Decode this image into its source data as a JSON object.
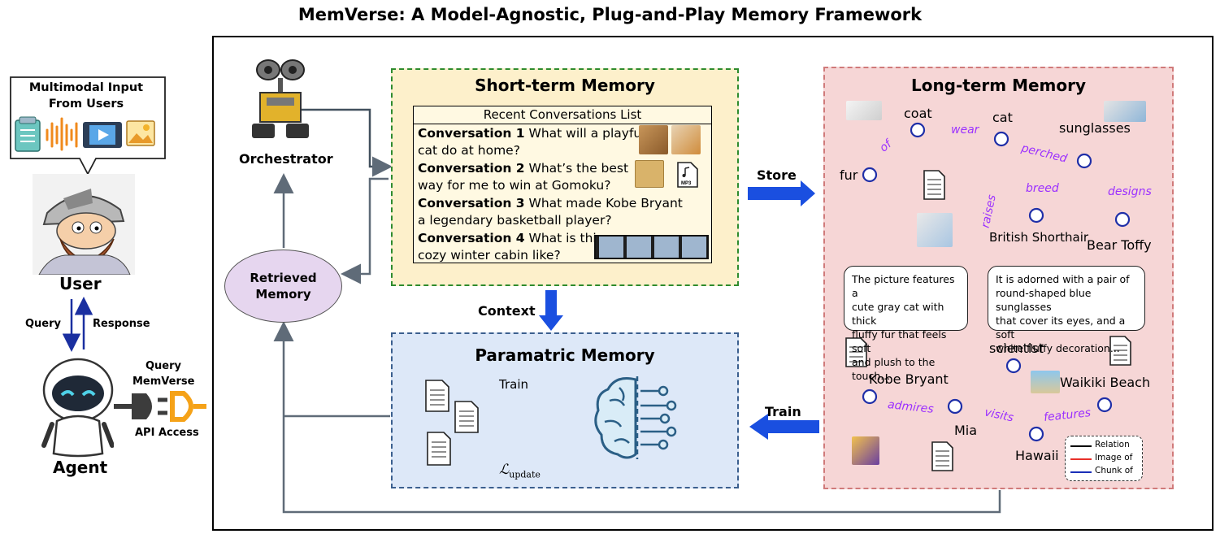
{
  "title": "MemVerse: A Model-Agnostic, Plug-and-Play Memory Framework",
  "user_panel": {
    "bubble_line1": "Multimodal Input",
    "bubble_line2": "From Users",
    "user_label": "User",
    "query_label": "Query",
    "response_label": "Response",
    "agent_label": "Agent",
    "query_memverse_line1": "Query",
    "query_memverse_line2": "MemVerse",
    "api_access": "API Access"
  },
  "orchestrator": {
    "label": "Orchestrator"
  },
  "retrieved_memory": {
    "line1": "Retrieved",
    "line2": "Memory"
  },
  "short_term": {
    "title": "Short-term Memory",
    "list_header": "Recent Conversations List",
    "conversations": [
      {
        "name": "Conversation 1",
        "line1": "What will a playful",
        "line2": "cat do at home?"
      },
      {
        "name": "Conversation 2",
        "line1": "What’s the best",
        "line2": "way for me to win at Gomoku?"
      },
      {
        "name": "Conversation 3",
        "line1": "What made Kobe Bryant",
        "line2": "a legendary basketball player?"
      },
      {
        "name": "Conversation 4",
        "line1": "What is this",
        "line2": "cozy winter cabin like?"
      }
    ],
    "mp3_label": "MP3"
  },
  "arrows": {
    "store": "Store",
    "context": "Context",
    "train": "Train"
  },
  "parametric": {
    "title": "Paramatric Memory",
    "train_label": "Train",
    "loss_symbol": "ℒ",
    "loss_subscript": "update"
  },
  "long_term": {
    "title": "Long-term Memory",
    "nodes": {
      "coat": "coat",
      "cat": "cat",
      "sunglasses": "sunglasses",
      "fur": "fur",
      "british": "British Shorthair",
      "bear": "Bear Toffy",
      "scientist": "scientist",
      "kobe": "Kobe Bryant",
      "waikiki": "Waikiki Beach",
      "mia": "Mia",
      "hawaii": "Hawaii"
    },
    "edges": {
      "wear": "wear",
      "of": "of",
      "perched": "perched",
      "breed": "breed",
      "designs": "designs",
      "raises": "raises",
      "admires": "admires",
      "visits": "visits",
      "features": "features"
    },
    "callout_left": [
      "The picture features a",
      "cute gray cat with thick",
      "fluffy fur that feels soft",
      "and plush to the touch..."
    ],
    "callout_right": [
      "It is adorned with a pair of",
      "round-shaped blue sunglasses",
      "that cover its eyes, and a soft",
      "white fluffy decoration..."
    ],
    "legend": {
      "relation": "Relation",
      "image_of": "Image of",
      "chunk_of": "Chunk of"
    }
  },
  "colors": {
    "relation": "#000000",
    "image_of": "#e8302a",
    "chunk_of": "#1a2fb8",
    "edge_label": "#9b30ff",
    "flow_arrow": "#1a4fe0",
    "connector": "#5f6b78"
  }
}
